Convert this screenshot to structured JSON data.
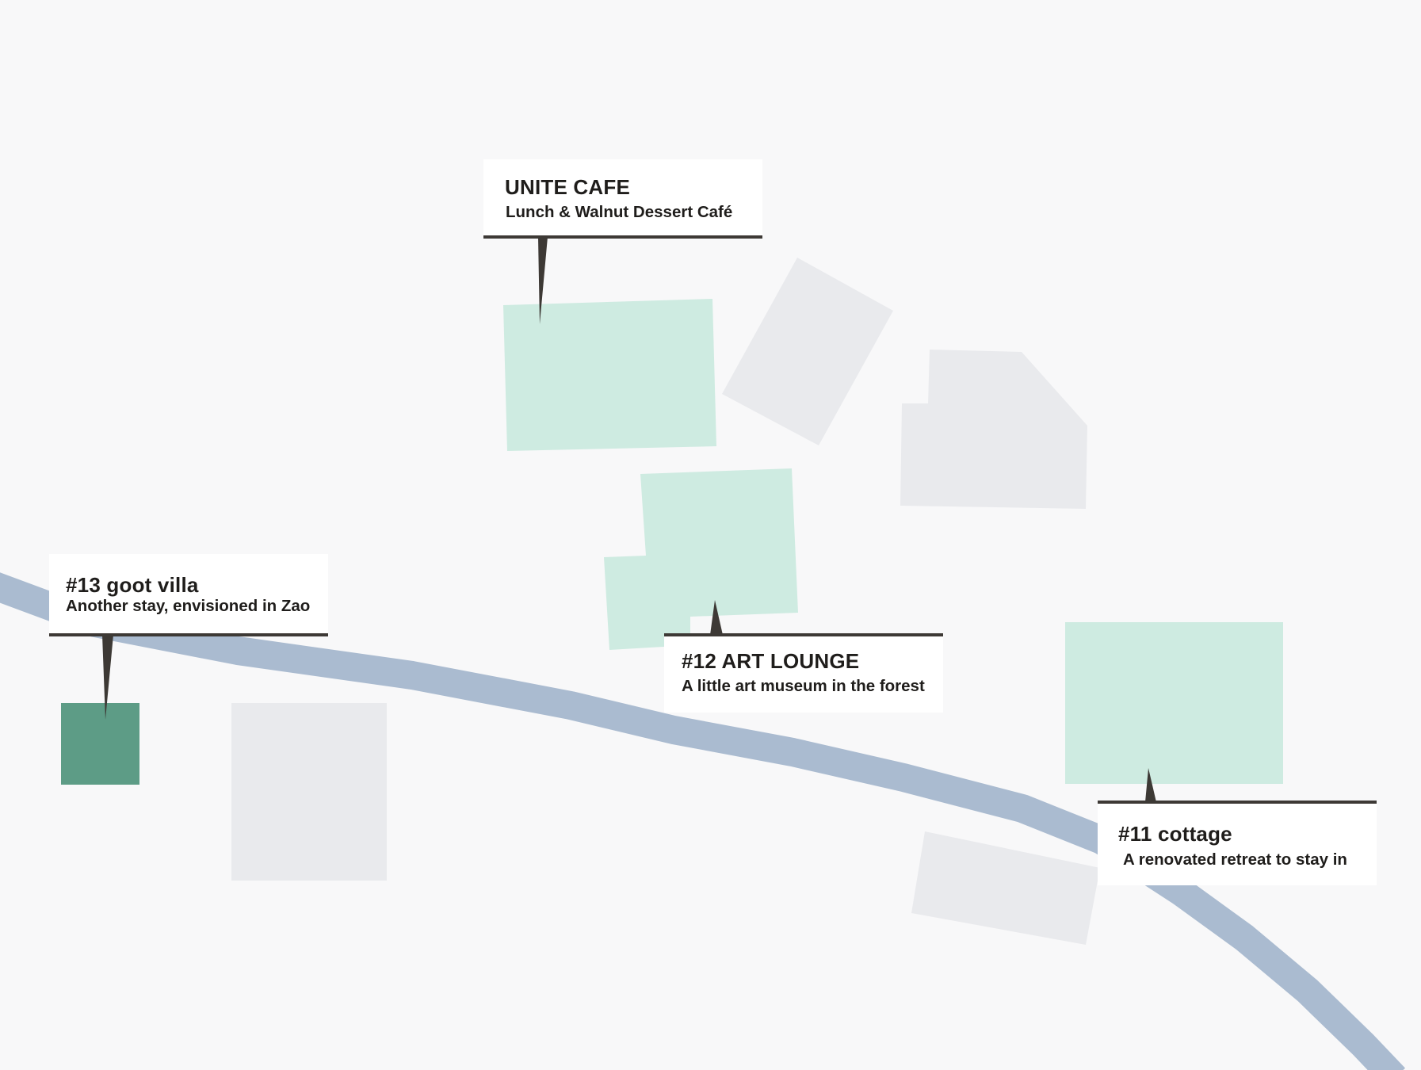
{
  "map": {
    "colors": {
      "background": "#f8f8f9",
      "road": "#aabbd0",
      "building_gray": "#e9eaed",
      "building_mint": "#ceebe1",
      "building_highlight": "#5d9c86",
      "label_bar": "#3d3935",
      "label_text": "#1f1d1b"
    },
    "places": [
      {
        "id": "unite-cafe",
        "title": "UNITE CAFE",
        "subtitle": "Lunch & Walnut Dessert Café"
      },
      {
        "id": "goot-villa",
        "title": "#13  goot villa",
        "subtitle": "Another stay, envisioned in Zao",
        "highlighted": true
      },
      {
        "id": "art-lounge",
        "title": "#12  ART LOUNGE",
        "subtitle": "A little art museum in the forest"
      },
      {
        "id": "cottage",
        "title": "#11  cottage",
        "subtitle": "A renovated retreat to stay in"
      }
    ]
  }
}
